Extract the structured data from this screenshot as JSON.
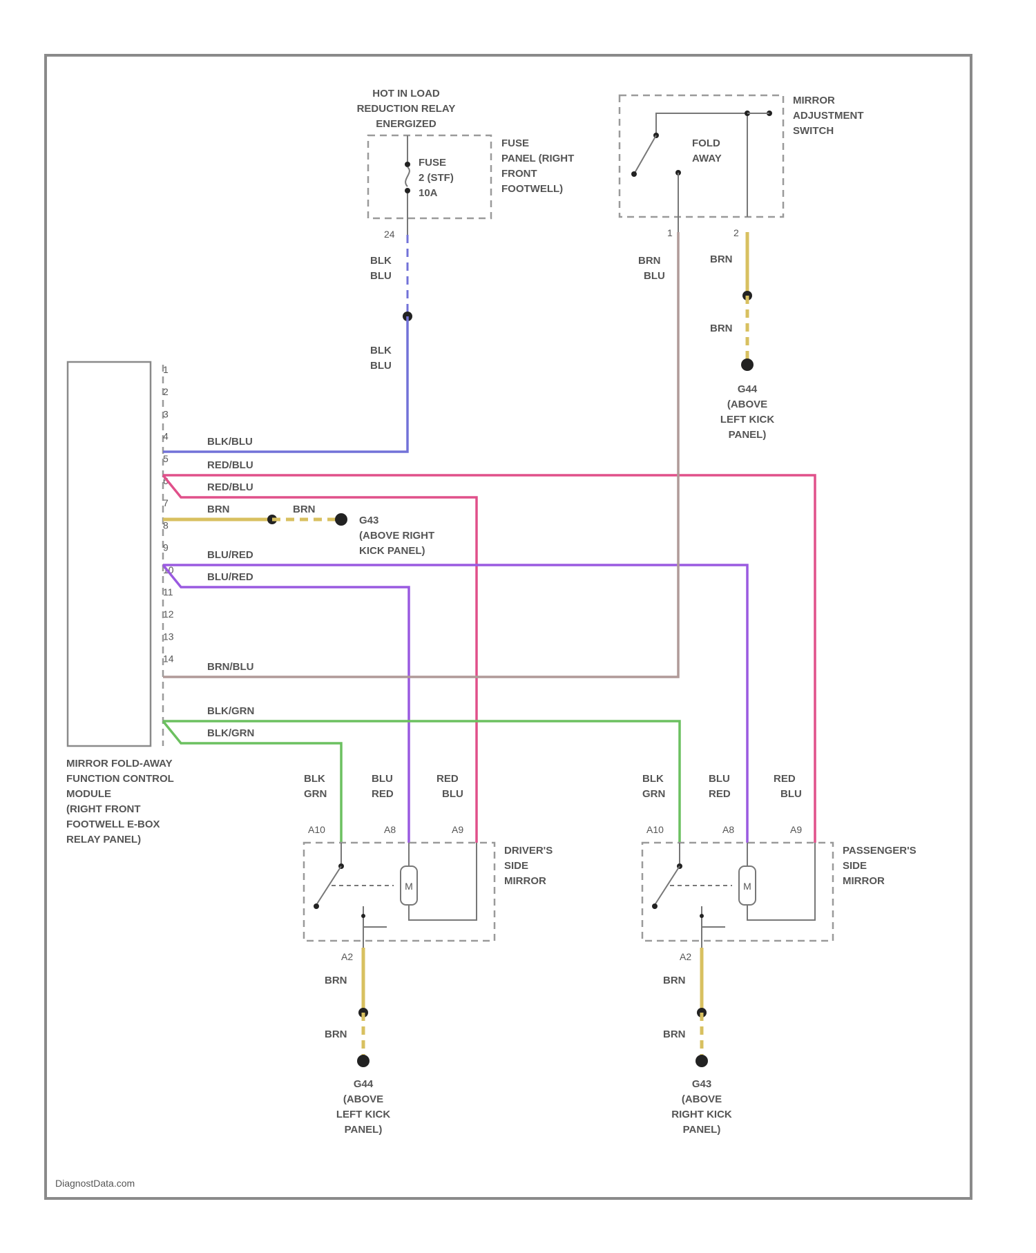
{
  "colors": {
    "wire_blk_blu": "#7272d8",
    "wire_red_blu": "#e0508a",
    "wire_brn": "#d8c060",
    "wire_blu_red": "#9a5ae0",
    "wire_brn_blu": "#b09a98",
    "wire_blk_grn": "#6cc060",
    "frame": "#8a8a8a",
    "text": "#555555"
  },
  "relay": {
    "title": [
      "HOT IN LOAD",
      "REDUCTION RELAY",
      "ENERGIZED"
    ],
    "fuse_label": [
      "FUSE",
      "2 (STF)",
      "10A"
    ],
    "fuse_panel": [
      "FUSE",
      "PANEL (RIGHT",
      "FRONT",
      "FOOTWELL)"
    ],
    "pin": "24"
  },
  "switch": {
    "title": [
      "MIRROR",
      "ADJUSTMENT",
      "SWITCH"
    ],
    "contact_label": [
      "FOLD",
      "AWAY"
    ],
    "pin1": "1",
    "pin2": "2",
    "wire1": [
      "BRN",
      "BLU"
    ],
    "wire2_top": "BRN",
    "wire2_bottom": "BRN",
    "ground": [
      "G44",
      "(ABOVE",
      "LEFT KICK",
      "PANEL)"
    ]
  },
  "fuse_wire": {
    "top": [
      "BLK",
      "BLU"
    ],
    "bottom": [
      "BLK",
      "BLU"
    ]
  },
  "module": {
    "title": [
      "MIRROR FOLD-AWAY",
      "FUNCTION CONTROL",
      "MODULE",
      "(RIGHT FRONT",
      "FOOTWELL E-BOX",
      "RELAY PANEL)"
    ],
    "pins": [
      "1",
      "2",
      "3",
      "4",
      "5",
      "6",
      "7",
      "8",
      "9",
      "10",
      "11",
      "12",
      "13",
      "14"
    ],
    "wire_labels": {
      "p4": "BLK/BLU",
      "p5a": "RED/BLU",
      "p5b": "RED/BLU",
      "p6": "BRN",
      "p6b": "BRN",
      "p8a": "BLU/RED",
      "p8b": "BLU/RED",
      "p12": "BRN/BLU",
      "p14a": "BLK/GRN",
      "p14b": "BLK/GRN"
    },
    "ground": [
      "G43",
      "(ABOVE RIGHT",
      "KICK PANEL)"
    ]
  },
  "driver_mirror": {
    "title": [
      "DRIVER'S",
      "SIDE",
      "MIRROR"
    ],
    "wire_a": [
      "BLK",
      "GRN"
    ],
    "wire_b": [
      "BLU",
      "RED"
    ],
    "wire_c": [
      "RED",
      "BLU"
    ],
    "pin_a": "A10",
    "pin_b": "A8",
    "pin_c": "A9",
    "pin_ground": "A2",
    "motor": "M",
    "ground_wire_top": "BRN",
    "ground_wire_bottom": "BRN",
    "ground": [
      "G44",
      "(ABOVE",
      "LEFT KICK",
      "PANEL)"
    ]
  },
  "passenger_mirror": {
    "title": [
      "PASSENGER'S",
      "SIDE",
      "MIRROR"
    ],
    "wire_a": [
      "BLK",
      "GRN"
    ],
    "wire_b": [
      "BLU",
      "RED"
    ],
    "wire_c": [
      "RED",
      "BLU"
    ],
    "pin_a": "A10",
    "pin_b": "A8",
    "pin_c": "A9",
    "pin_ground": "A2",
    "motor": "M",
    "ground_wire_top": "BRN",
    "ground_wire_bottom": "BRN",
    "ground": [
      "G43",
      "(ABOVE",
      "RIGHT KICK",
      "PANEL)"
    ]
  },
  "footer": "DiagnostData.com"
}
